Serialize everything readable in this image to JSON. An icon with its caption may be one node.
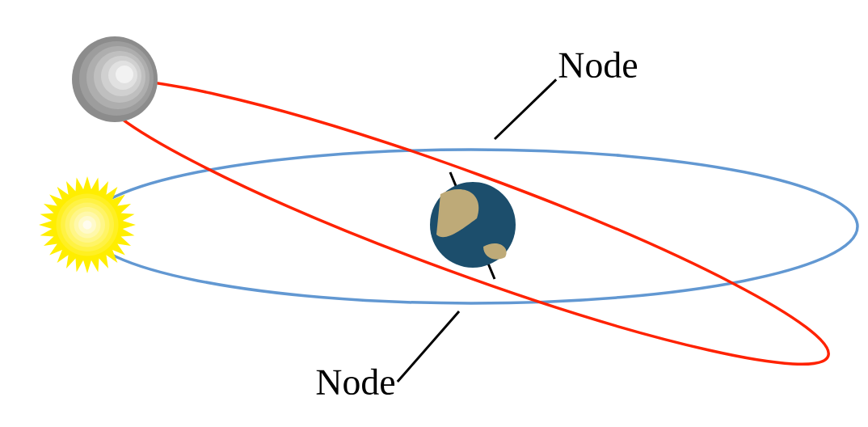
{
  "diagram": {
    "nodes": [
      {
        "text": [
          "Node"
        ]
      },
      {
        "text": [
          "Node"
        ]
      }
    ],
    "edges": [
      {
        "from": 0,
        "to": null,
        "arrow": "none"
      },
      {
        "from": 1,
        "to": null,
        "arrow": "none"
      }
    ]
  }
}
